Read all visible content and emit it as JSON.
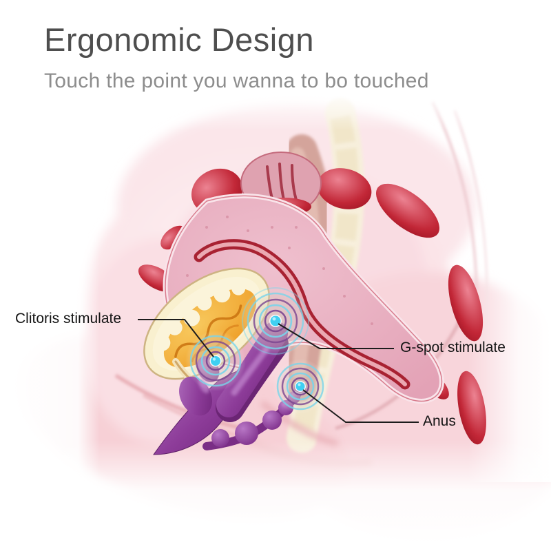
{
  "header": {
    "title": "Ergonomic Design",
    "subtitle": "Touch the point you wanna to bo touched"
  },
  "annotations": [
    {
      "id": "clitoris",
      "label": "Clitoris stimulate"
    },
    {
      "id": "g-spot",
      "label": "G-spot stimulate"
    },
    {
      "id": "anus",
      "label": "Anus"
    }
  ],
  "icons": {
    "vibration_point": "concentric ripple rings with cyan dot"
  },
  "colors": {
    "title_text": "#4e4e4e",
    "subtitle_text": "#8d8d8d",
    "callout_text": "#141414",
    "leader_line": "#1c1c1c",
    "device_purple": "#8d3c99",
    "vibration_cyan": "#3fd0f2",
    "ring_purple": "#7b4590",
    "ring_cyan": "#79d4ea",
    "body_pink": "#fbe3e7",
    "uterus_pink": "#e8aec0",
    "canal_red": "#a82232",
    "muscle_red": "#c22737",
    "bladder_cream": "#f9f0cf",
    "bladder_orange": "#ee9d26",
    "rectum_tan": "#d4a49b",
    "spine_cream": "#f7efdc",
    "background": "#ffffff"
  }
}
